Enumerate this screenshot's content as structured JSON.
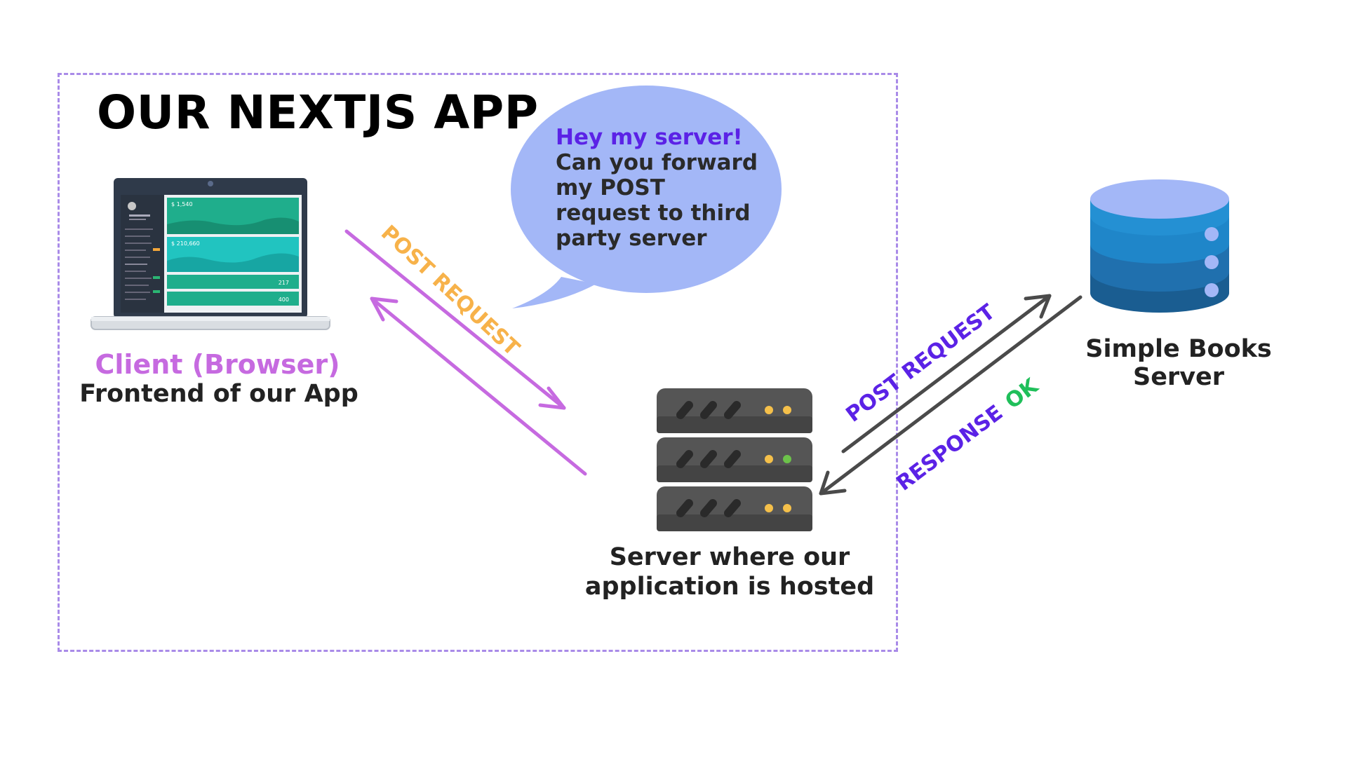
{
  "diagram": {
    "title": "OUR NEXTJS APP",
    "bubble": {
      "highlight": "Hey my server!",
      "lines": [
        "Can you forward",
        "my POST",
        "request to third",
        "party server"
      ]
    },
    "client": {
      "label": "Client (Browser)",
      "sublabel": "Frontend of our App"
    },
    "server": {
      "line1": "Server where our",
      "line2": "application is hosted"
    },
    "books": {
      "line1": "Simple Books",
      "line2": "Server"
    },
    "arrows": {
      "client_to_server": "POST REQUEST",
      "server_to_books": "POST REQUEST",
      "books_to_server": "RESPONSE",
      "books_to_server_status": "OK"
    },
    "laptop_screen": {
      "card1_value": "$ 1,540",
      "card2_value": "$ 210,660",
      "row1_value": "217",
      "row2_value": "400"
    },
    "colors": {
      "dashed_border": "#a98be8",
      "bubble": "#a3b7f7",
      "purple_text": "#5b22e6",
      "client_label": "#c66ae0",
      "orange_label": "#f7b24a",
      "ok_green": "#1fbf5a",
      "pink_arrow": "#c66ae0",
      "grey_arrow": "#4a4a4a",
      "db_blue": "#1f86c9"
    }
  }
}
